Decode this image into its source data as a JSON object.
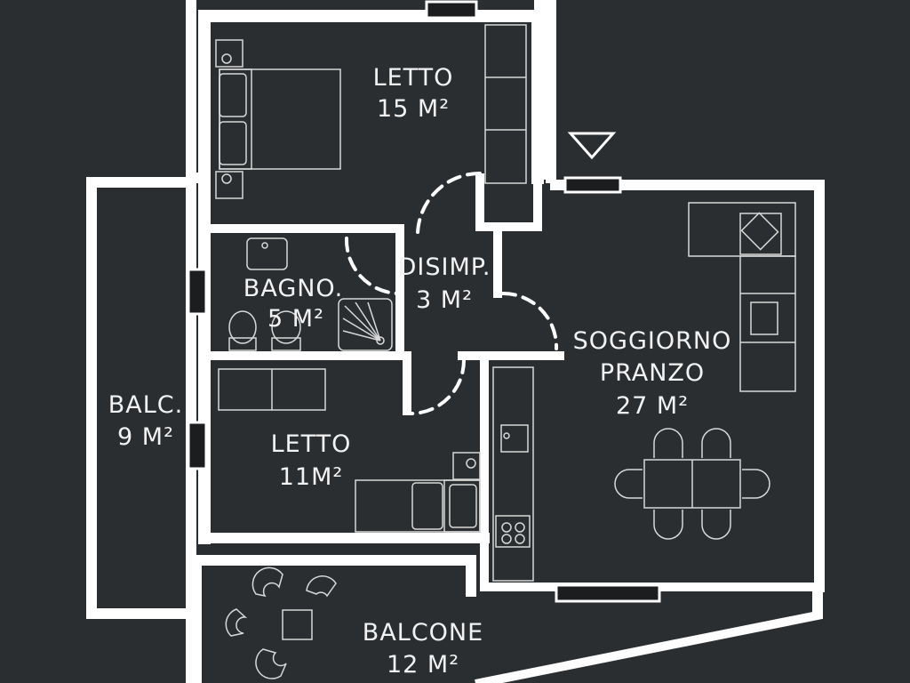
{
  "rooms": {
    "letto_1": {
      "name": "LETTO",
      "area": "15 M²"
    },
    "disimpegno": {
      "name": "DISIMP.",
      "area": "3 M²"
    },
    "bagno": {
      "name": "BAGNO.",
      "area": "5 M²"
    },
    "soggiorno": {
      "name_line1": "SOGGIORNO",
      "name_line2": "PRANZO",
      "area": "27 M²"
    },
    "balc": {
      "name": "BALC.",
      "area": "9 M²"
    },
    "letto_2": {
      "name": "LETTO",
      "area": "11M²"
    },
    "balcone": {
      "name": "BALCONE",
      "area": "12 M²"
    }
  },
  "colors": {
    "background": "#2b2e31",
    "walls": "#ffffff",
    "furniture": "#d8d8d8",
    "text": "#f2f2f2"
  },
  "icons": [
    "north-arrow-icon",
    "bed-icon",
    "sofa-icon",
    "toilet-icon",
    "sink-icon",
    "shower-icon",
    "kitchen-counter-icon",
    "dining-table-icon",
    "chair-icon",
    "wardrobe-icon",
    "door-swing-icon",
    "window-icon"
  ]
}
